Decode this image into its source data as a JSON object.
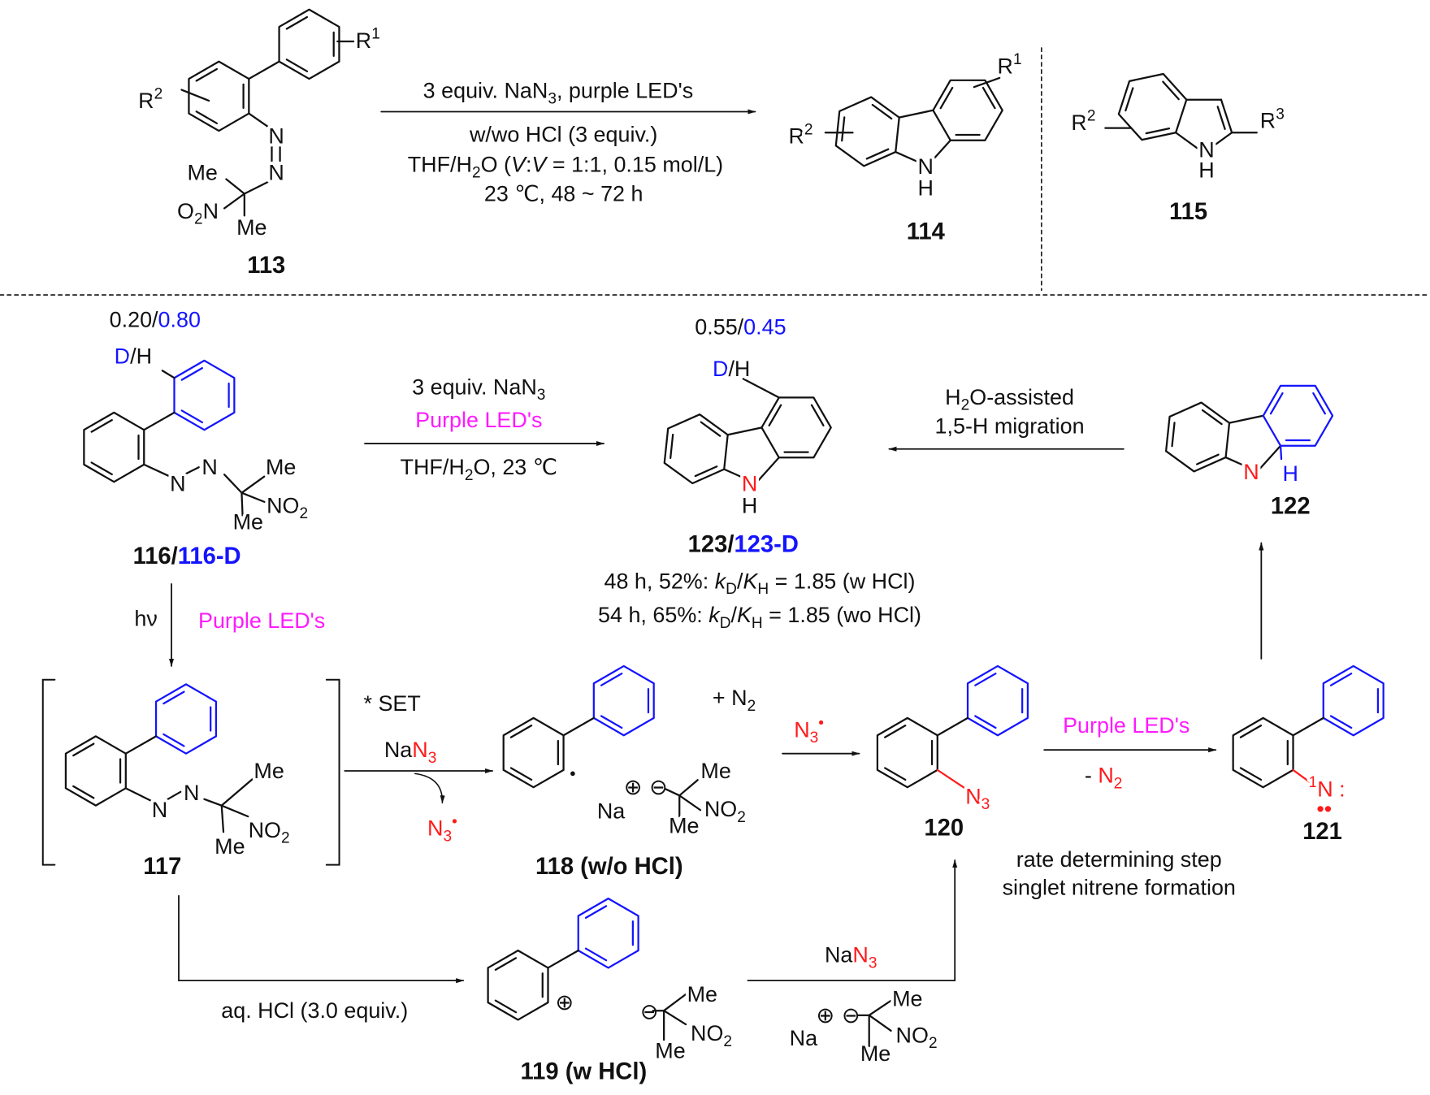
{
  "colors": {
    "blue": "#1414ff",
    "red": "#ff1a1a",
    "magenta": "#ff1aff",
    "ink": "#111111"
  },
  "compounds": {
    "c113": {
      "R1": [
        "R",
        [
          "1",
          "sup"
        ]
      ],
      "R2": [
        "R",
        [
          "2",
          "sup"
        ]
      ],
      "N1": [
        "N"
      ],
      "N2": [
        "N"
      ],
      "Me1": [
        "Me"
      ],
      "O2N": [
        "O",
        [
          "2",
          "sub"
        ],
        "N"
      ],
      "Me2": [
        "Me"
      ],
      "label": [
        [
          "113",
          "b"
        ]
      ]
    },
    "c114": {
      "R2": [
        "R",
        [
          "2",
          "sup"
        ]
      ],
      "R1": [
        "R",
        [
          "1",
          "sup"
        ]
      ],
      "N": [
        "N"
      ],
      "H": [
        "H"
      ],
      "label": [
        [
          "114",
          "b"
        ]
      ]
    },
    "c115": {
      "R2": [
        "R",
        [
          "2",
          "sup"
        ]
      ],
      "R3": [
        "R",
        [
          "3",
          "sup"
        ]
      ],
      "N": [
        "N"
      ],
      "H": [
        "H"
      ],
      "label": [
        [
          "115",
          "b"
        ]
      ]
    },
    "c116": {
      "ratio": [
        "0.20/",
        [
          "0.80",
          "",
          "blue"
        ]
      ],
      "DH": [
        [
          "D",
          "",
          "blue"
        ],
        "/H"
      ],
      "N1": [
        "N"
      ],
      "N2": [
        "N"
      ],
      "Me1": [
        "Me"
      ],
      "NO2": [
        "NO",
        [
          "2",
          "sub"
        ]
      ],
      "Me2": [
        "Me"
      ],
      "label": [
        [
          "116/",
          "b"
        ],
        [
          "116-D",
          "b",
          "blue"
        ]
      ]
    },
    "c123": {
      "ratio": [
        "0.55/",
        [
          "0.45",
          "",
          "blue"
        ]
      ],
      "DH": [
        [
          "D",
          "",
          "blue"
        ],
        "/H"
      ],
      "N": [
        [
          "N",
          "",
          "red"
        ]
      ],
      "H": [
        "H"
      ],
      "label": [
        [
          "123/",
          "b"
        ],
        [
          "123-D",
          "b",
          "blue"
        ]
      ],
      "kie1": [
        "48 h, 52%: ",
        [
          "k",
          "i"
        ],
        [
          "D",
          "sub"
        ],
        "/",
        [
          "K",
          "i"
        ],
        [
          "H",
          "sub"
        ],
        " = 1.85 (w HCl)"
      ],
      "kie2": [
        "54 h, 65%: ",
        [
          "k",
          "i"
        ],
        [
          "D",
          "sub"
        ],
        "/",
        [
          "K",
          "i"
        ],
        [
          "H",
          "sub"
        ],
        " = 1.85 (wo HCl)"
      ]
    },
    "c122": {
      "N": [
        [
          "N",
          "",
          "red"
        ]
      ],
      "H": [
        [
          "H",
          "",
          "blue"
        ]
      ],
      "label": [
        [
          "122",
          "b"
        ]
      ]
    },
    "c117": {
      "SET": [
        "* SET"
      ],
      "N1": [
        "N"
      ],
      "N2": [
        "N"
      ],
      "Me1": [
        "Me"
      ],
      "NO2": [
        "NO",
        [
          "2",
          "sub"
        ]
      ],
      "Me2": [
        "Me"
      ],
      "label": [
        [
          "117",
          "b"
        ]
      ]
    },
    "c118": {
      "N2": [
        "+  N",
        [
          "2",
          "sub"
        ]
      ],
      "Na": [
        "Na"
      ],
      "plus": [
        "⊕"
      ],
      "minus": [
        "⊖"
      ],
      "Me1": [
        "Me"
      ],
      "NO2": [
        "NO",
        [
          "2",
          "sub"
        ]
      ],
      "Me2": [
        "Me"
      ],
      "label": [
        [
          "118",
          "b"
        ],
        " (w/o HCl)"
      ]
    },
    "c120": {
      "N3": [
        [
          "N",
          "",
          "red"
        ],
        [
          "3",
          "sub",
          "red"
        ]
      ],
      "label": [
        [
          "120",
          "b"
        ]
      ]
    },
    "c121": {
      "N": [
        [
          "1",
          "sup",
          "red"
        ],
        [
          "N",
          "",
          "red"
        ],
        [
          " :",
          "",
          "red"
        ]
      ],
      "dots": [
        [
          "••",
          "",
          "red"
        ]
      ],
      "label": [
        [
          "121",
          "b"
        ]
      ]
    },
    "c119": {
      "plus": [
        "⊕"
      ],
      "minus": [
        "⊖"
      ],
      "Me1": [
        "Me"
      ],
      "NO2": [
        "NO",
        [
          "2",
          "sub"
        ]
      ],
      "Me2": [
        "Me"
      ],
      "label": [
        [
          "119",
          "b"
        ],
        " (w HCl)"
      ]
    }
  },
  "reactions": {
    "r1": {
      "line1": [
        "3 equiv. NaN",
        [
          "3",
          "sub"
        ],
        ", purple LED's"
      ],
      "line2": [
        "w/wo HCl (3 equiv.)"
      ],
      "line3": [
        "THF/H",
        [
          "2",
          "sub"
        ],
        "O (",
        [
          "V",
          "i"
        ],
        ":",
        [
          "V",
          "i"
        ],
        " = 1:1, 0.15 mol/L)"
      ],
      "line4": [
        "23 ℃,  48 ~ 72 h"
      ]
    },
    "r2": {
      "line1": [
        "3 equiv. NaN",
        [
          "3",
          "sub"
        ]
      ],
      "line2": [
        [
          "Purple LED's",
          "",
          "magenta"
        ]
      ],
      "line3": [
        "THF/H",
        [
          "2",
          "sub"
        ],
        "O, 23 ℃"
      ]
    },
    "r3": {
      "line1": [
        "H",
        [
          "2",
          "sub"
        ],
        "O-assisted"
      ],
      "line2": [
        "1,5-H migration"
      ]
    },
    "step1": {
      "hv": [
        "hν"
      ],
      "light": [
        [
          "Purple LED's",
          "",
          "magenta"
        ]
      ]
    },
    "r4": {
      "reagent": [
        "Na",
        [
          "N",
          "",
          "red"
        ],
        [
          "3",
          "sub",
          "red"
        ]
      ],
      "byproduct": [
        [
          "N",
          "",
          "red"
        ],
        [
          "3",
          "sub",
          "red"
        ],
        [
          "•",
          "sup",
          "red"
        ]
      ]
    },
    "r5": {
      "reagent": [
        [
          "N",
          "",
          "red"
        ],
        [
          "3",
          "sub",
          "red"
        ],
        [
          "•",
          "sup",
          "red"
        ]
      ]
    },
    "r6": {
      "light": [
        [
          "Purple LED's",
          "",
          "magenta"
        ]
      ],
      "loss": [
        "- ",
        [
          "N",
          "",
          "red"
        ],
        [
          "2",
          "sub",
          "red"
        ]
      ]
    },
    "note": {
      "line1": [
        "rate determining step"
      ],
      "line2": [
        "singlet nitrene formation"
      ]
    },
    "r7": {
      "reagent": [
        "aq. HCl (3.0 equiv.)"
      ]
    },
    "r8": {
      "reagent": [
        "Na",
        [
          "N",
          "",
          "red"
        ],
        [
          "3",
          "sub",
          "red"
        ]
      ],
      "Na": [
        "Na"
      ],
      "plus": [
        "⊕"
      ],
      "minus": [
        "⊖"
      ],
      "Me1": [
        "Me"
      ],
      "NO2": [
        "NO",
        [
          "2",
          "sub"
        ]
      ],
      "Me2": [
        "Me"
      ]
    }
  }
}
